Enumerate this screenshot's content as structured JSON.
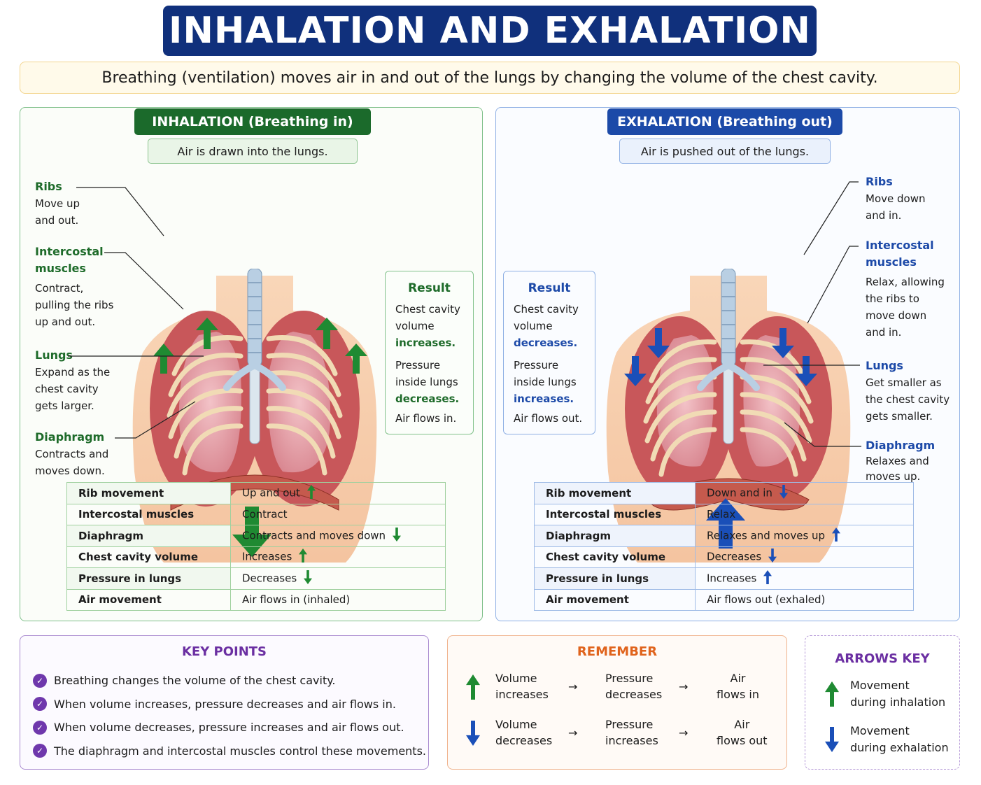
{
  "title": "INHALATION AND EXHALATION",
  "intro": "Breathing (ventilation) moves air in and out of the lungs by changing the volume of the chest cavity.",
  "colors": {
    "navy": "#10307c",
    "green": "#1b6a2b",
    "blue": "#1c4aa8",
    "purple": "#6b2fa2",
    "orange": "#e0631c"
  },
  "inhalation": {
    "heading": "INHALATION (Breathing in)",
    "subtitle": "Air is drawn into the lungs.",
    "annotations": [
      {
        "title": "Ribs",
        "lines": [
          "Move up",
          "and out."
        ]
      },
      {
        "title": "Intercostal",
        "title2": "muscles",
        "lines": [
          "Contract,",
          "pulling the ribs",
          "up and out."
        ]
      },
      {
        "title": "Lungs",
        "lines": [
          "Expand as the",
          "chest cavity",
          "gets larger."
        ]
      },
      {
        "title": "Diaphragm",
        "lines": [
          "Contracts and",
          "moves down."
        ]
      }
    ],
    "result": {
      "heading": "Result",
      "l1": "Chest cavity",
      "l2": "volume",
      "l3": "increases.",
      "l4": "Pressure",
      "l5": "inside lungs",
      "l6": "decreases.",
      "l7": "Air flows in."
    },
    "table": [
      {
        "label": "Rib movement",
        "value": "Up and out",
        "arrow": "up"
      },
      {
        "label": "Intercostal muscles",
        "value": "Contract",
        "arrow": ""
      },
      {
        "label": "Diaphragm",
        "value": "Contracts and moves down",
        "arrow": "down"
      },
      {
        "label": "Chest cavity volume",
        "value": "Increases",
        "arrow": "up"
      },
      {
        "label": "Pressure in lungs",
        "value": "Decreases",
        "arrow": "down"
      },
      {
        "label": "Air movement",
        "value": "Air flows in (inhaled)",
        "arrow": ""
      }
    ]
  },
  "exhalation": {
    "heading": "EXHALATION (Breathing out)",
    "subtitle": "Air is pushed out of the lungs.",
    "annotations": [
      {
        "title": "Ribs",
        "lines": [
          "Move down",
          "and in."
        ]
      },
      {
        "title": "Intercostal",
        "title2": "muscles",
        "lines": [
          "Relax, allowing",
          "the ribs to",
          "move down",
          "and in."
        ]
      },
      {
        "title": "Lungs",
        "lines": [
          "Get smaller as",
          "the chest cavity",
          "gets smaller."
        ]
      },
      {
        "title": "Diaphragm",
        "lines": [
          "Relaxes and",
          "moves up."
        ]
      }
    ],
    "result": {
      "heading": "Result",
      "l1": "Chest cavity",
      "l2": "volume",
      "l3": "decreases.",
      "l4": "Pressure",
      "l5": "inside lungs",
      "l6": "increases.",
      "l7": "Air flows out."
    },
    "table": [
      {
        "label": "Rib movement",
        "value": "Down and in",
        "arrow": "down"
      },
      {
        "label": "Intercostal muscles",
        "value": "Relax",
        "arrow": ""
      },
      {
        "label": "Diaphragm",
        "value": "Relaxes and moves up",
        "arrow": "up"
      },
      {
        "label": "Chest cavity volume",
        "value": "Decreases",
        "arrow": "down"
      },
      {
        "label": "Pressure in lungs",
        "value": "Increases",
        "arrow": "up"
      },
      {
        "label": "Air movement",
        "value": "Air flows out (exhaled)",
        "arrow": ""
      }
    ]
  },
  "key_points": {
    "heading": "KEY POINTS",
    "items": [
      "Breathing changes the volume of the chest cavity.",
      "When volume increases, pressure decreases and air flows in.",
      "When volume decreases, pressure increases and air flows out.",
      "The diaphragm and intercostal muscles control these movements."
    ]
  },
  "remember": {
    "heading": "REMEMBER",
    "rows": [
      {
        "a1": "Volume",
        "a2": "increases",
        "b1": "Pressure",
        "b2": "decreases",
        "c1": "Air",
        "c2": "flows in"
      },
      {
        "a1": "Volume",
        "a2": "decreases",
        "b1": "Pressure",
        "b2": "increases",
        "c1": "Air",
        "c2": "flows out"
      }
    ]
  },
  "arrows_key": {
    "heading": "ARROWS KEY",
    "items": [
      {
        "l1": "Movement",
        "l2": "during inhalation"
      },
      {
        "l1": "Movement",
        "l2": "during exhalation"
      }
    ]
  }
}
